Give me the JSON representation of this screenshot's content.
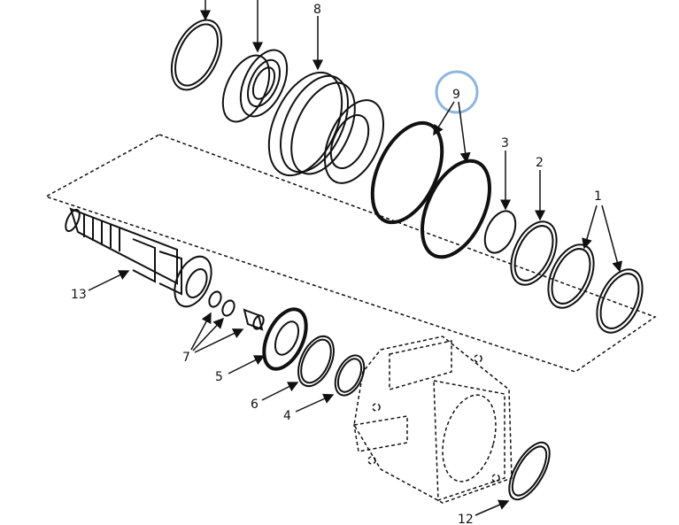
{
  "diagram": {
    "callouts": [
      {
        "id": "1",
        "label": "1"
      },
      {
        "id": "2",
        "label": "2"
      },
      {
        "id": "3",
        "label": "3"
      },
      {
        "id": "4",
        "label": "4"
      },
      {
        "id": "5",
        "label": "5"
      },
      {
        "id": "6",
        "label": "6"
      },
      {
        "id": "7",
        "label": "7"
      },
      {
        "id": "8",
        "label": "8"
      },
      {
        "id": "9",
        "label": "9"
      },
      {
        "id": "12",
        "label": "12"
      },
      {
        "id": "13",
        "label": "13"
      }
    ],
    "highlighted_callout": "9",
    "highlight_color": "#8fb6dc"
  }
}
